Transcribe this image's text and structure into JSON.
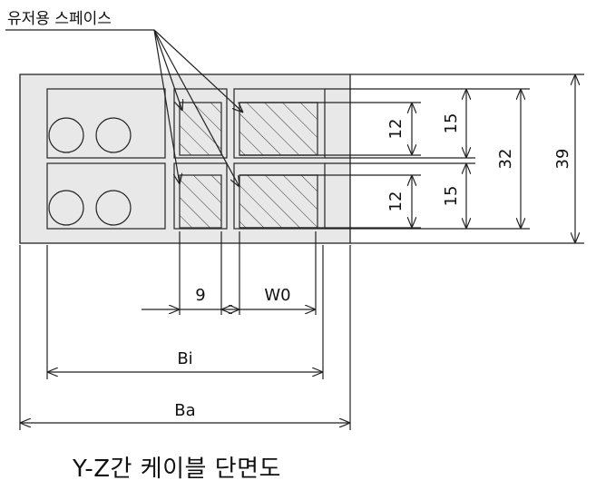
{
  "callout": {
    "label": "유저용 스페이스"
  },
  "dimensions": {
    "inner_height_top": "12",
    "outer_height_top": "15",
    "inner_height_bottom": "12",
    "outer_height_bottom": "15",
    "total_inner": "32",
    "total_outer": "39",
    "space_width": "9",
    "w0": "W0",
    "bi": "Bi",
    "ba": "Ba"
  },
  "caption": "Y-Z간 케이블 단면도"
}
